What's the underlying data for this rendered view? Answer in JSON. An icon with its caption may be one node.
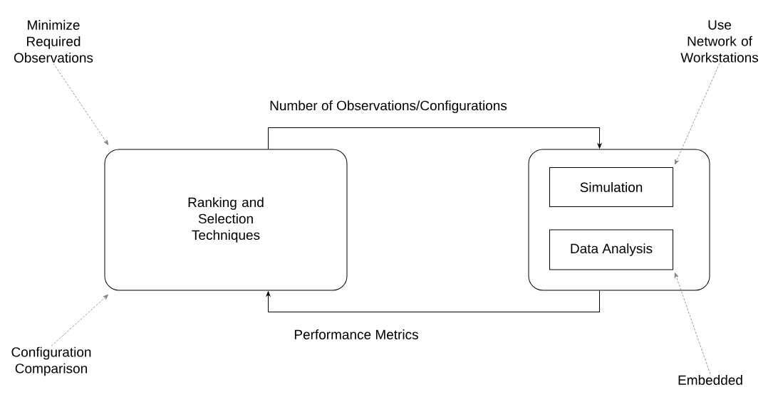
{
  "diagram": {
    "nodes": [
      {
        "text": [
          "Minimize Required Observations"
        ]
      },
      {
        "text": [
          "Use Network of Workstations"
        ]
      },
      {
        "text": [
          "Ranking and Selection Techniques"
        ]
      },
      {
        "text": [],
        "shape": "box"
      },
      {
        "text": [
          "Simulation"
        ],
        "in": 3
      },
      {
        "text": [
          "Data Analysis"
        ],
        "in": 3
      },
      {
        "text": [
          "Configuration Comparison"
        ]
      },
      {
        "text": [
          "Embedded"
        ]
      }
    ],
    "edges": [
      {
        "from": 2,
        "to": 3,
        "arrow": "to",
        "label": "Number of Observations/Configurations",
        "color": "#000000"
      },
      {
        "from": 3,
        "to": 2,
        "arrow": "to",
        "label": "Performance Metrics",
        "color": "#000000"
      },
      {
        "from": 0,
        "to": 2,
        "arrow": "to",
        "style": "dashed"
      },
      {
        "from": 1,
        "to": 4,
        "arrow": "to",
        "style": "dashed"
      },
      {
        "from": 6,
        "to": 2,
        "arrow": "to",
        "style": "dashed"
      },
      {
        "from": 7,
        "to": 5,
        "arrow": "to",
        "style": "dashed"
      }
    ]
  }
}
